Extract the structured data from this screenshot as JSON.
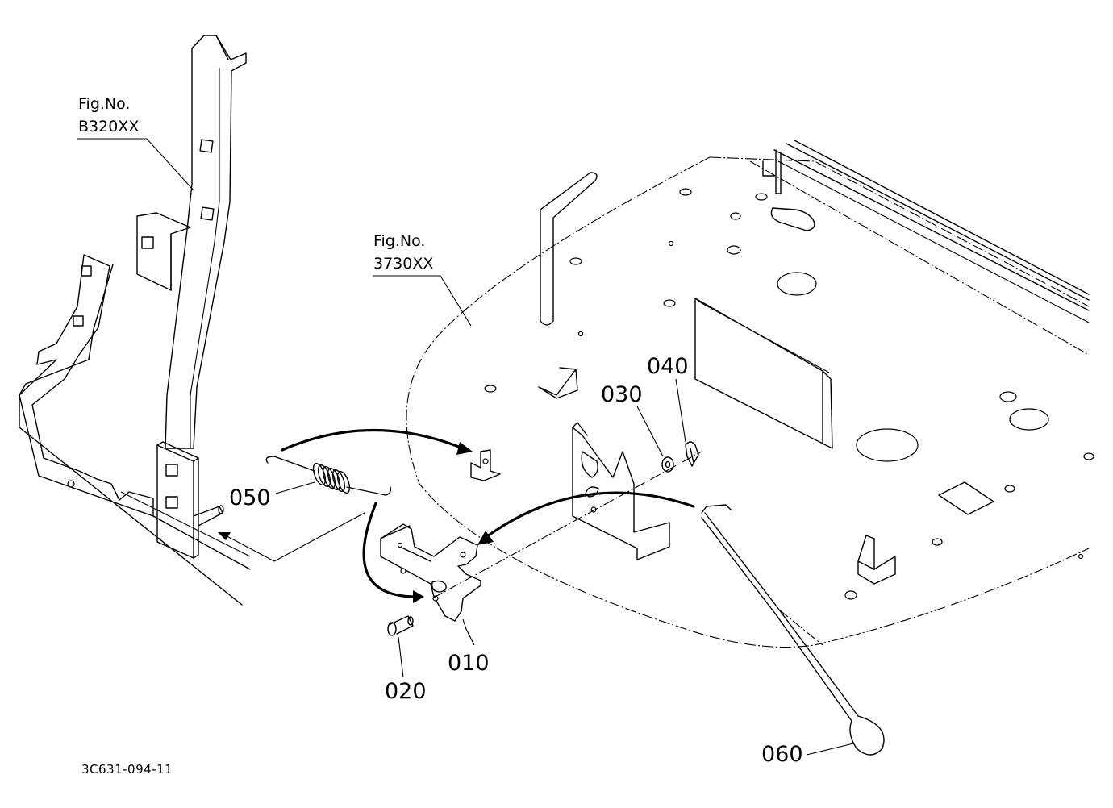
{
  "figure_references": [
    {
      "line1": "Fig.No.",
      "line2": "B320XX"
    },
    {
      "line1": "Fig.No.",
      "line2": "3730XX"
    }
  ],
  "part_numbers": {
    "p010": "010",
    "p020": "020",
    "p030": "030",
    "p040": "040",
    "p050": "050",
    "p060": "060"
  },
  "drawing_code": "3C631-094-11"
}
